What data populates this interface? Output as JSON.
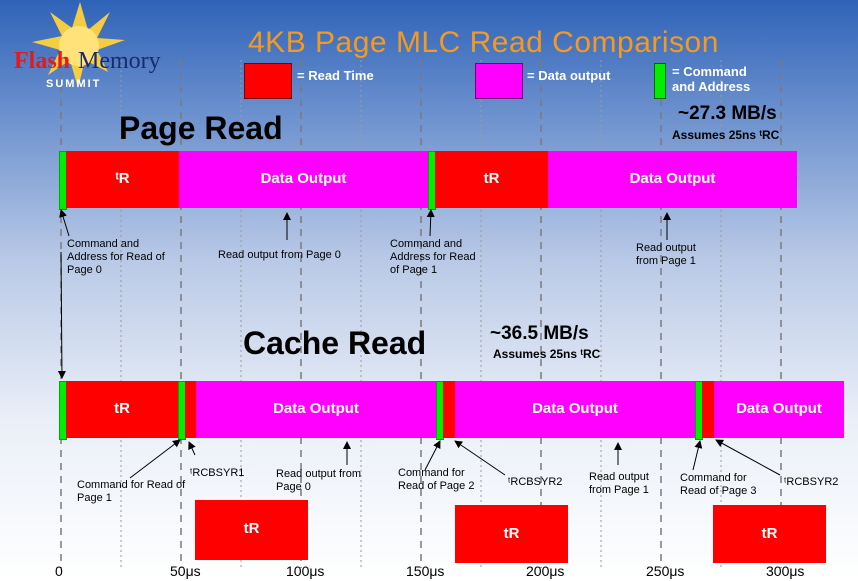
{
  "title": "4KB Page MLC Read Comparison",
  "logo": {
    "top": "Flash Memory",
    "bottom": "SUMMIT"
  },
  "legend": {
    "read_time": "= Read Time",
    "data_output": "= Data output",
    "command_address_1": "= Command",
    "command_address_2": "and Address"
  },
  "page_read": {
    "heading": "Page Read",
    "rate": "~27.3 MB/s",
    "assumes": "Assumes 25ns ᵗRC",
    "blocks": {
      "tr1": "ᵗR",
      "do1": "Data Output",
      "tr2": "tR",
      "do2": "Data Output"
    },
    "notes": {
      "cmd0": [
        "Command and",
        "Address for Read of",
        "Page 0"
      ],
      "out0": [
        "Read output from Page 0"
      ],
      "cmd1": [
        "Command and",
        "Address for Read",
        "of Page 1"
      ],
      "out1": [
        "Read output",
        "from Page 1"
      ]
    }
  },
  "cache_read": {
    "heading": "Cache Read",
    "rate": "~36.5 MB/s",
    "assumes": "Assumes 25ns ᵗRC",
    "blocks": {
      "tr1": "tR",
      "do1": "Data Output",
      "do2": "Data Output",
      "do3": "Data Output",
      "tr_a": "tR",
      "tr_b": "tR",
      "tr_c": "tR"
    },
    "notes": {
      "cmd1": [
        "Command for Read of",
        "Page 1"
      ],
      "rcbsyr1": [
        "ᵗRCBSYR1"
      ],
      "out0": [
        "Read output from",
        "Page 0"
      ],
      "cmd2": [
        "Command for",
        "Read of Page 2"
      ],
      "rcbsyr2a": [
        "ᵗRCBSYR2"
      ],
      "out1": [
        "Read output",
        "from Page 1"
      ],
      "cmd3": [
        "Command for",
        "Read of Page 3"
      ],
      "rcbsyr2b": [
        "ᵗRCBSYR2"
      ]
    }
  },
  "axis": {
    "ticks": [
      "0",
      "50μs",
      "100μs",
      "150μs",
      "200μs",
      "250μs",
      "300μs"
    ]
  },
  "colors": {
    "read": "#ff0000",
    "data": "#ff00ff",
    "cmd": "#00ee00",
    "title": "#f59a1c"
  }
}
